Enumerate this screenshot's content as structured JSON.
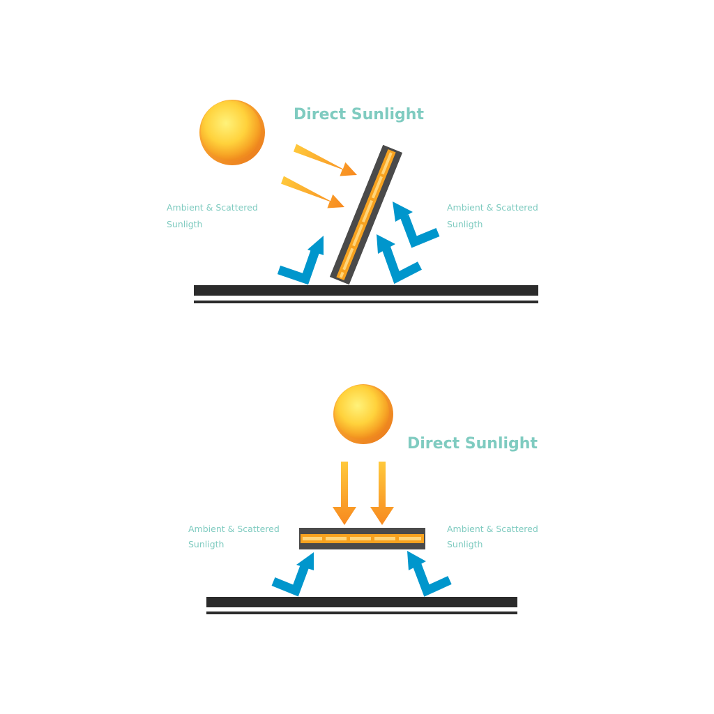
{
  "colors": {
    "label_teal": "#7fcbc0",
    "arrow_blue": "#0096cc",
    "arrow_orange_start": "#ffc93c",
    "arrow_orange_end": "#f7891f",
    "panel_gray": "#4a4a4a",
    "cell_orange": "#f7a21f",
    "cell_light": "#ffd57a",
    "ground": "#2b2b2b",
    "sun_core": "#fff27a",
    "sun_edge": "#f39420"
  },
  "scenes": [
    {
      "id": "tilted-panel",
      "direct_label": "Direct Sunlight",
      "ambient_left": {
        "line1": "Ambient & Scattered",
        "line2": "Sunligth"
      },
      "ambient_right": {
        "line1": "Ambient & Scattered",
        "line2": "Sunligth"
      }
    },
    {
      "id": "flat-panel",
      "direct_label": "Direct Sunlight",
      "ambient_left": {
        "line1": "Ambient & Scattered",
        "line2": "Sunligth"
      },
      "ambient_right": {
        "line1": "Ambient & Scattered",
        "line2": "Sunligth"
      }
    }
  ]
}
